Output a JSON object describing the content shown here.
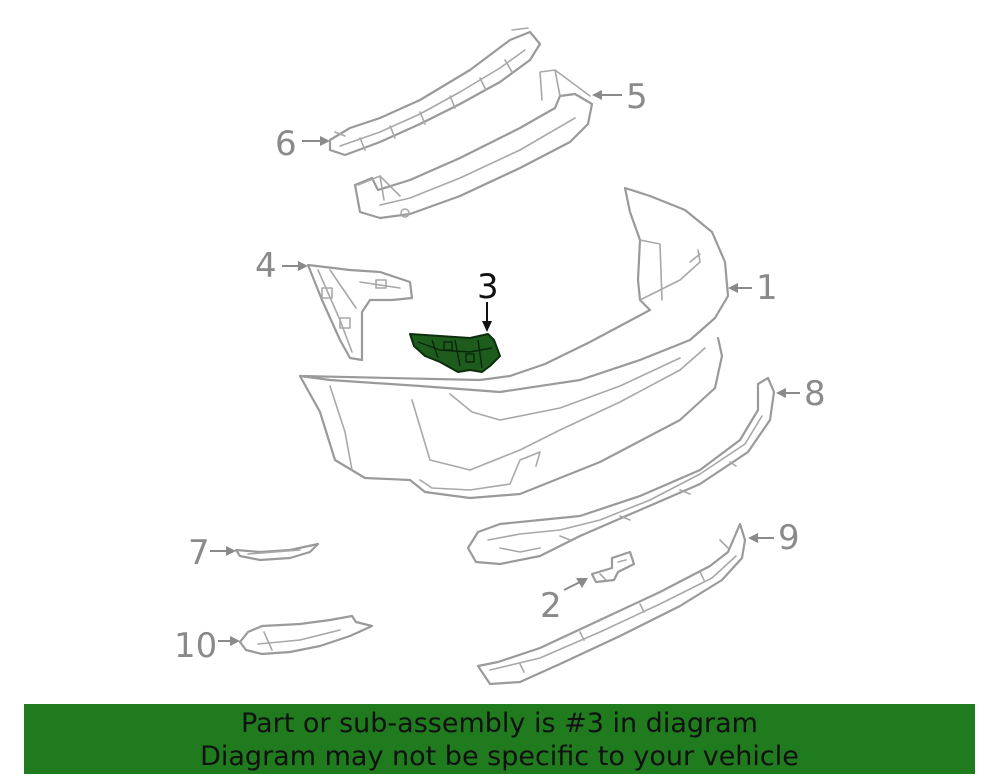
{
  "diagram": {
    "highlighted_part": "3",
    "callouts": {
      "p1": "1",
      "p2": "2",
      "p3": "3",
      "p4": "4",
      "p5": "5",
      "p6": "6",
      "p7": "7",
      "p8": "8",
      "p9": "9",
      "p10": "10"
    },
    "colors": {
      "line_art": "#9a9a9a",
      "highlight_part": "#1e5c1e",
      "banner_background": "#207a1e",
      "banner_text": "#111111"
    }
  },
  "banner": {
    "line1": "Part or sub-assembly is #3 in diagram",
    "line2": "Diagram may not be specific to your vehicle"
  }
}
